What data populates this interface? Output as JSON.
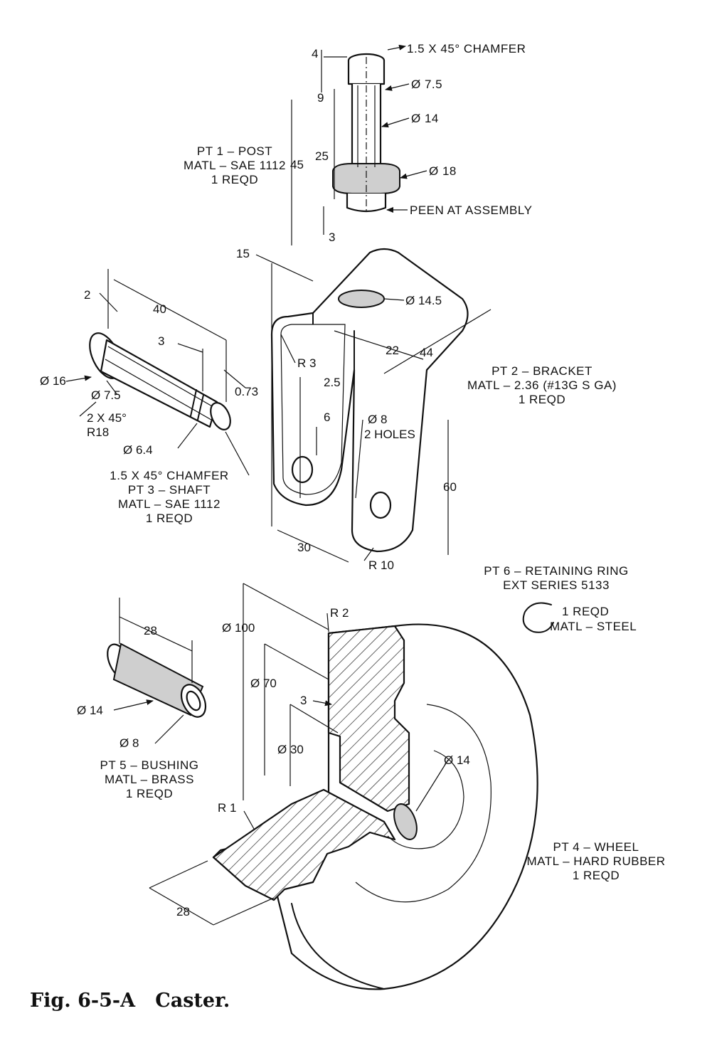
{
  "figure": {
    "caption": "Fig. 6-5-A   Caster."
  },
  "post": {
    "callouts": [
      "1.5 X 45° CHAMFER",
      "Ø 7.5",
      "Ø 14",
      "Ø 18",
      "PEEN AT ASSEMBLY"
    ],
    "dims": [
      "4",
      "9",
      "25",
      "45",
      "3"
    ],
    "title": [
      "PT 1 – POST",
      "MATL – SAE 1112",
      "1 REQD"
    ]
  },
  "bracket": {
    "callouts": [
      "Ø 14.5",
      "R 3",
      "2.5",
      "6",
      "Ø 8",
      "2 HOLES",
      "R 10"
    ],
    "dims": [
      "15",
      "22",
      "44",
      "60",
      "30"
    ],
    "title": [
      "PT 2 – BRACKET",
      "MATL – 2.36 (#13G S GA)",
      "1 REQD"
    ]
  },
  "shaft": {
    "callouts": [
      "Ø 16",
      "Ø 7.5",
      "2 X 45°",
      "R18",
      "Ø 6.4",
      "1.5 X 45° CHAMFER",
      "0.73"
    ],
    "dims": [
      "2",
      "40",
      "3"
    ],
    "title": [
      "PT 3 – SHAFT",
      "MATL – SAE 1112",
      "1 REQD"
    ]
  },
  "ring": {
    "title": [
      "PT 6 – RETAINING RING",
      "EXT SERIES 5133"
    ],
    "notes": [
      "1 REQD",
      "MATL – STEEL"
    ]
  },
  "bushing": {
    "dims": [
      "28"
    ],
    "callouts": [
      "Ø 14",
      "Ø 8"
    ],
    "title": [
      "PT 5 – BUSHING",
      "MATL – BRASS",
      "1 REQD"
    ]
  },
  "wheel": {
    "callouts": [
      "R 2",
      "Ø 100",
      "Ø 70",
      "3",
      "Ø 30",
      "Ø 14",
      "R 1"
    ],
    "dims": [
      "28"
    ],
    "title": [
      "PT 4 – WHEEL",
      "MATL – HARD RUBBER",
      "1 REQD"
    ]
  }
}
